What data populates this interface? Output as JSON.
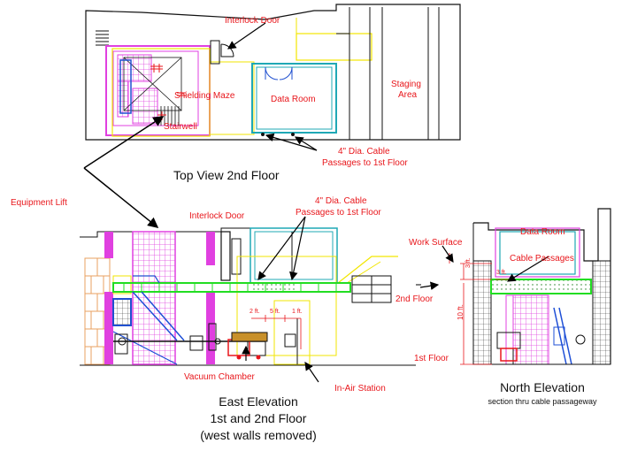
{
  "colors": {
    "annotation": "#e8161b",
    "shielding": "#e040e0",
    "floor_green": "#22dd22",
    "data_room": "#1fa8b5",
    "frame_yellow": "#f2e600",
    "structure": "#111111",
    "blue_equipment": "#1e4fd6"
  },
  "top_view": {
    "title": "Top View 2nd Floor",
    "labels": {
      "interlock_door": "Interlock Door",
      "shielding_maze": "Shielding Maze",
      "data_room": "Data Room",
      "staging_area_line1": "Staging",
      "staging_area_line2": "Area",
      "stairwell": "Stairwell",
      "cable_passages_line1": "4\" Dia. Cable",
      "cable_passages_line2": "Passages to 1st Floor"
    }
  },
  "east_elevation": {
    "title_line1": "East Elevation",
    "title_line2": "1st and 2nd Floor",
    "title_line3": "(west walls removed)",
    "labels": {
      "equipment_lift": "Equipment Lift",
      "interlock_door": "Interlock Door",
      "cable_passages_line1": "4\" Dia. Cable",
      "cable_passages_line2": "Passages to 1st Floor",
      "second_floor": "2nd Floor",
      "first_floor": "1st Floor",
      "vacuum_chamber": "Vacuum Chamber",
      "in_air_station": "In-Air Station",
      "dim_2ft": "2 ft.",
      "dim_5ft": "5 ft.",
      "dim_1ft": "1 ft."
    }
  },
  "north_elevation": {
    "title": "North Elevation",
    "subtitle": "section thru cable passageway",
    "labels": {
      "data_room": "Data Room",
      "work_surface": "Work Surface",
      "cable_passages": "Cable Passages",
      "dim_3ft_a": "3 ft.",
      "dim_3ft_b": "3 ft.",
      "dim_10ft": "10 ft."
    }
  },
  "icons": {
    "door_swing": "door-swing-icon",
    "arrow": "arrow-icon"
  }
}
